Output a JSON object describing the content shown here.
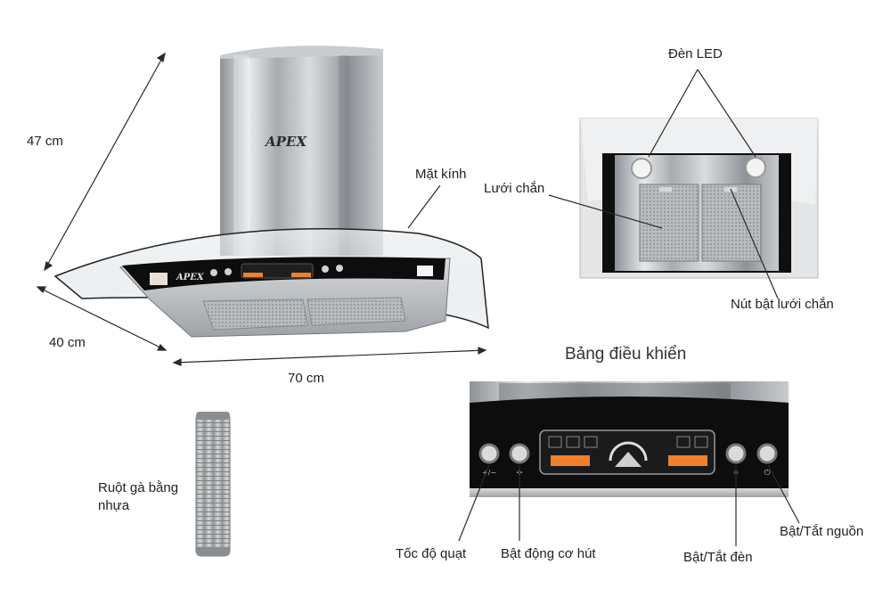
{
  "brand_logo": "APEX",
  "dimensions": {
    "height": "47 cm",
    "depth": "40 cm",
    "width": "70 cm"
  },
  "callouts": {
    "glass": "Mặt kính",
    "led": "Đèn LED",
    "filter": "Lưới chắn",
    "filter_release": "Nút bật lưới chắn",
    "duct": "Ruột gà bằng nhựa"
  },
  "control_panel": {
    "title": "Bảng điều khiển",
    "buttons": [
      {
        "label": "Tốc độ quạt",
        "icon": "fan-speed-icon"
      },
      {
        "label": "Bật động cơ hút",
        "icon": "motor-icon"
      },
      {
        "label": "Bật/Tắt đèn",
        "icon": "light-icon"
      },
      {
        "label": "Bật/Tắt nguồn",
        "icon": "power-icon"
      }
    ]
  },
  "colors": {
    "steel": "#b9bcbf",
    "panel_black": "#0d0d0d",
    "display_orange": "#f0812a"
  }
}
